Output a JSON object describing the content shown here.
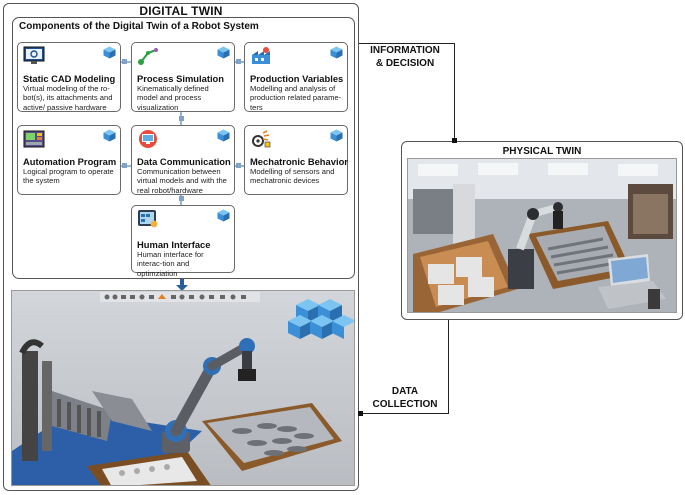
{
  "digital_twin": {
    "title": "DIGITAL TWIN",
    "components_title": "Components of the Digital Twin of a Robot System",
    "components": [
      {
        "id": "static-cad",
        "title": "Static CAD Modeling",
        "desc": "Virtual modeling of the ro-bot(s), its attachments and active/ passive hardware",
        "icon": "cad-monitor-icon"
      },
      {
        "id": "process-sim",
        "title": "Process Simulation",
        "desc": "Kinematically defined model and process visualization",
        "icon": "robot-arm-icon"
      },
      {
        "id": "prod-vars",
        "title": "Production Variables",
        "desc": "Modelling and analysis of production related parame-ters",
        "icon": "factory-icon"
      },
      {
        "id": "automation",
        "title": "Automation Program",
        "desc": "Logical program to operate the system",
        "icon": "plc-program-icon"
      },
      {
        "id": "data-comm",
        "title": "Data Communication",
        "desc": "Communication between virtual models and with the real robot/hardware",
        "icon": "network-computer-icon"
      },
      {
        "id": "mechatronic",
        "title": "Mechatronic Behavior",
        "desc": "Modelling of sensors and mechatronic devices",
        "icon": "sensor-gear-icon"
      },
      {
        "id": "human-interface",
        "title": "Human Interface",
        "desc": "Human interface for interac-tion and optimziation",
        "icon": "touch-panel-icon"
      }
    ]
  },
  "physical_twin": {
    "title": "PHYSICAL TWIN"
  },
  "flows": {
    "information": "INFORMATION & DECISION",
    "information_lines": [
      "INFORMATION",
      "& DECISION"
    ],
    "data": "DATA COLLECTION",
    "data_lines": [
      "DATA",
      "COLLECTION"
    ]
  },
  "colors": {
    "accent_blue": "#3b8fd6",
    "connector_blue": "#9bb6d2",
    "frame": "#555555"
  }
}
